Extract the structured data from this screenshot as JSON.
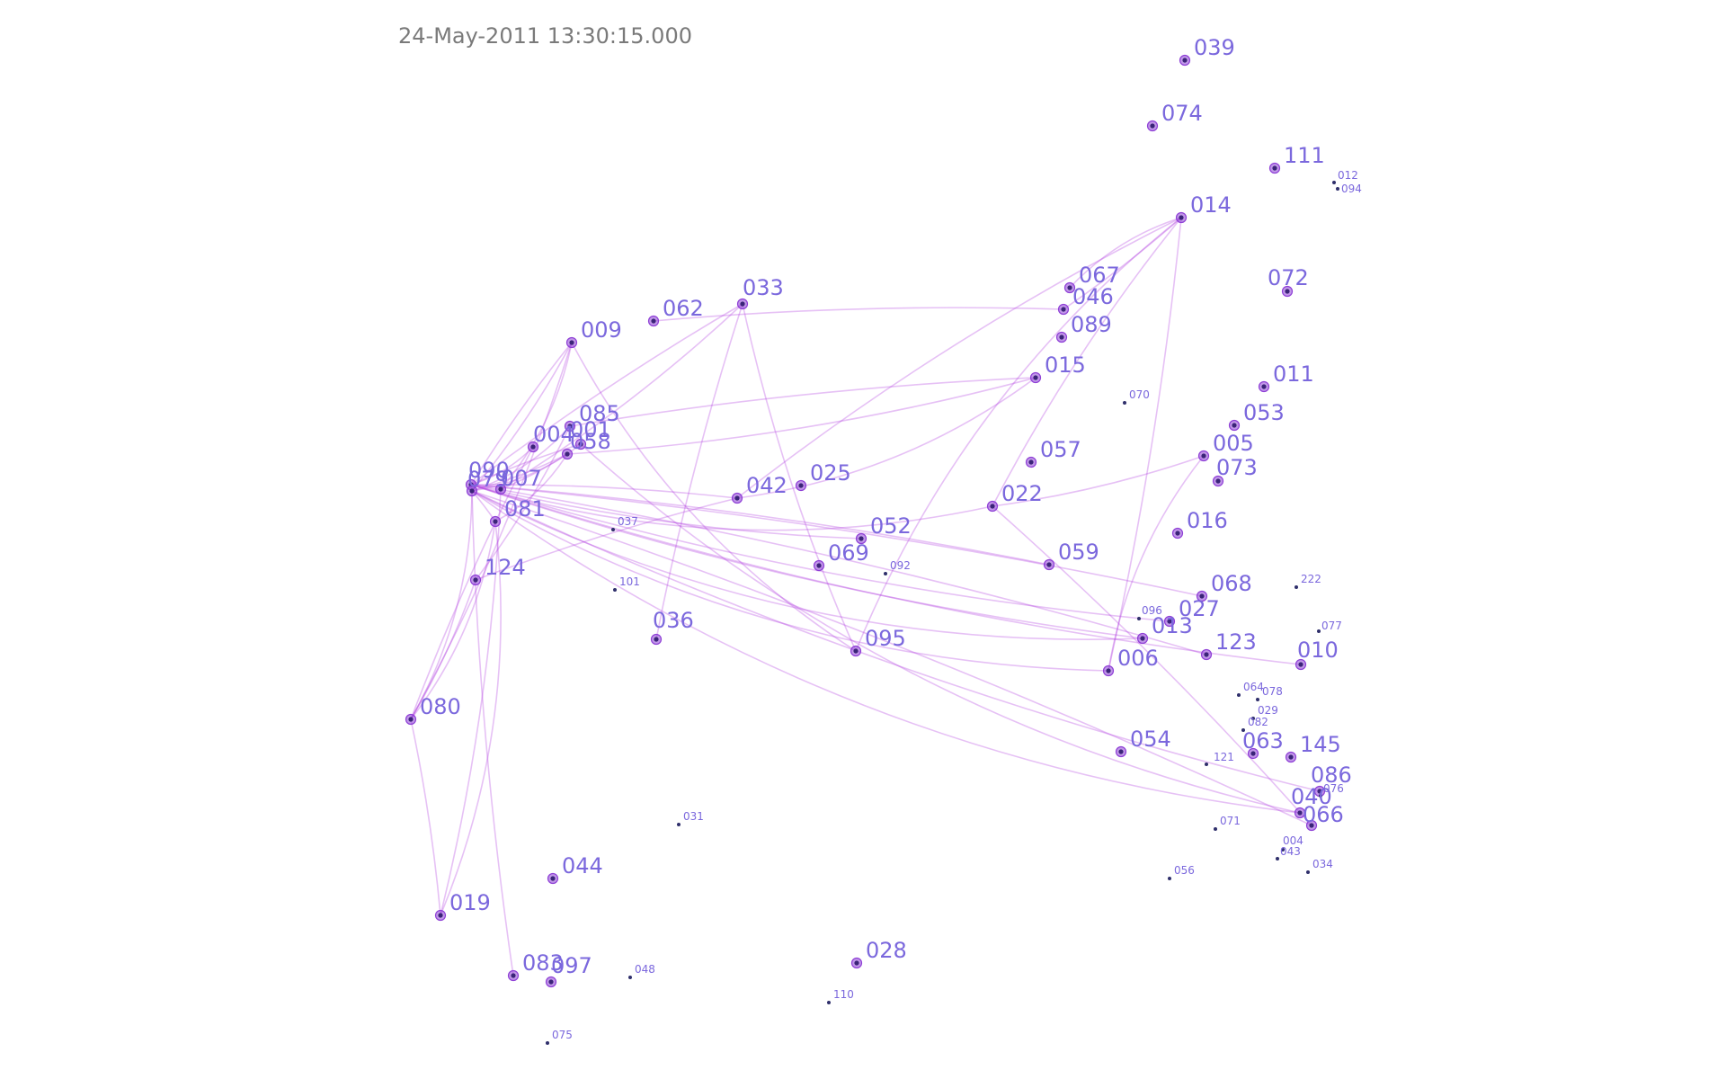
{
  "timestamp": "24-May-2011 13:30:15.000",
  "colors": {
    "background": "#ffffff",
    "label": "#7b68dd",
    "edge": "#b23fe0",
    "node_ring": "#8e3fd6",
    "node_core": "#3a2478",
    "small_node": "#2f2f6b",
    "timestamp": "#7a7a7a"
  },
  "nodes": [
    {
      "id": "039",
      "size": "big"
    },
    {
      "id": "074",
      "size": "big"
    },
    {
      "id": "111",
      "size": "big"
    },
    {
      "id": "012",
      "size": "small"
    },
    {
      "id": "094",
      "size": "small"
    },
    {
      "id": "014",
      "size": "big"
    },
    {
      "id": "067",
      "size": "big"
    },
    {
      "id": "072",
      "size": "big"
    },
    {
      "id": "046",
      "size": "big"
    },
    {
      "id": "033",
      "size": "big"
    },
    {
      "id": "062",
      "size": "big"
    },
    {
      "id": "089",
      "size": "big"
    },
    {
      "id": "009",
      "size": "big"
    },
    {
      "id": "015",
      "size": "big"
    },
    {
      "id": "011",
      "size": "big"
    },
    {
      "id": "070",
      "size": "small"
    },
    {
      "id": "085",
      "size": "big"
    },
    {
      "id": "053",
      "size": "big"
    },
    {
      "id": "001",
      "size": "big"
    },
    {
      "id": "004",
      "size": "big"
    },
    {
      "id": "058",
      "size": "big"
    },
    {
      "id": "057",
      "size": "big"
    },
    {
      "id": "005",
      "size": "big"
    },
    {
      "id": "090",
      "size": "big"
    },
    {
      "id": "079",
      "size": "big"
    },
    {
      "id": "007",
      "size": "big"
    },
    {
      "id": "073",
      "size": "big"
    },
    {
      "id": "025",
      "size": "big"
    },
    {
      "id": "042",
      "size": "big"
    },
    {
      "id": "022",
      "size": "big"
    },
    {
      "id": "081",
      "size": "big"
    },
    {
      "id": "037",
      "size": "small"
    },
    {
      "id": "016",
      "size": "big"
    },
    {
      "id": "052",
      "size": "big"
    },
    {
      "id": "059",
      "size": "big"
    },
    {
      "id": "069",
      "size": "big"
    },
    {
      "id": "092",
      "size": "small"
    },
    {
      "id": "124",
      "size": "big"
    },
    {
      "id": "068",
      "size": "big"
    },
    {
      "id": "101",
      "size": "small"
    },
    {
      "id": "222",
      "size": "small"
    },
    {
      "id": "027",
      "size": "big"
    },
    {
      "id": "096",
      "size": "small"
    },
    {
      "id": "013",
      "size": "big"
    },
    {
      "id": "036",
      "size": "big"
    },
    {
      "id": "077",
      "size": "small"
    },
    {
      "id": "095",
      "size": "big"
    },
    {
      "id": "123",
      "size": "big"
    },
    {
      "id": "010",
      "size": "big"
    },
    {
      "id": "006",
      "size": "big"
    },
    {
      "id": "080",
      "size": "big"
    },
    {
      "id": "064",
      "size": "small"
    },
    {
      "id": "078",
      "size": "small"
    },
    {
      "id": "029",
      "size": "small"
    },
    {
      "id": "082",
      "size": "small"
    },
    {
      "id": "054",
      "size": "big"
    },
    {
      "id": "063",
      "size": "big"
    },
    {
      "id": "145",
      "size": "big"
    },
    {
      "id": "121",
      "size": "small"
    },
    {
      "id": "086",
      "size": "big"
    },
    {
      "id": "040",
      "size": "big"
    },
    {
      "id": "076",
      "size": "small"
    },
    {
      "id": "066",
      "size": "big"
    },
    {
      "id": "031",
      "size": "small"
    },
    {
      "id": "071",
      "size": "small"
    },
    {
      "id": "004",
      "size": "small"
    },
    {
      "id": "043",
      "size": "small"
    },
    {
      "id": "034",
      "size": "small"
    },
    {
      "id": "044",
      "size": "big"
    },
    {
      "id": "056",
      "size": "small"
    },
    {
      "id": "019",
      "size": "big"
    },
    {
      "id": "028",
      "size": "big"
    },
    {
      "id": "083",
      "size": "big"
    },
    {
      "id": "097",
      "size": "big"
    },
    {
      "id": "048",
      "size": "small"
    },
    {
      "id": "110",
      "size": "small"
    },
    {
      "id": "075",
      "size": "small"
    }
  ],
  "edges": [
    {
      "from": "090",
      "to": "009"
    },
    {
      "from": "079",
      "to": "009"
    },
    {
      "from": "007",
      "to": "009"
    },
    {
      "from": "090",
      "to": "033"
    },
    {
      "from": "007",
      "to": "033"
    },
    {
      "from": "079",
      "to": "085"
    },
    {
      "from": "090",
      "to": "001"
    },
    {
      "from": "079",
      "to": "058"
    },
    {
      "from": "090",
      "to": "004"
    },
    {
      "from": "090",
      "to": "042"
    },
    {
      "from": "090",
      "to": "052"
    },
    {
      "from": "090",
      "to": "022"
    },
    {
      "from": "090",
      "to": "068"
    },
    {
      "from": "090",
      "to": "013"
    },
    {
      "from": "079",
      "to": "013"
    },
    {
      "from": "090",
      "to": "123"
    },
    {
      "from": "090",
      "to": "010"
    },
    {
      "from": "079",
      "to": "006"
    },
    {
      "from": "090",
      "to": "059"
    },
    {
      "from": "090",
      "to": "027"
    },
    {
      "from": "079",
      "to": "040"
    },
    {
      "from": "079",
      "to": "066"
    },
    {
      "from": "079",
      "to": "086"
    },
    {
      "from": "001",
      "to": "040"
    },
    {
      "from": "085",
      "to": "015"
    },
    {
      "from": "058",
      "to": "015"
    },
    {
      "from": "042",
      "to": "015"
    },
    {
      "from": "062",
      "to": "046"
    },
    {
      "from": "014",
      "to": "042"
    },
    {
      "from": "014",
      "to": "095"
    },
    {
      "from": "014",
      "to": "006"
    },
    {
      "from": "014",
      "to": "022"
    },
    {
      "from": "014",
      "to": "067"
    },
    {
      "from": "014",
      "to": "046"
    },
    {
      "from": "033",
      "to": "095"
    },
    {
      "from": "009",
      "to": "095"
    },
    {
      "from": "036",
      "to": "033"
    },
    {
      "from": "022",
      "to": "005"
    },
    {
      "from": "005",
      "to": "006"
    },
    {
      "from": "022",
      "to": "066"
    },
    {
      "from": "080",
      "to": "009"
    },
    {
      "from": "080",
      "to": "079"
    },
    {
      "from": "080",
      "to": "004"
    },
    {
      "from": "080",
      "to": "124"
    },
    {
      "from": "080",
      "to": "081"
    },
    {
      "from": "080",
      "to": "019"
    },
    {
      "from": "019",
      "to": "007"
    },
    {
      "from": "019",
      "to": "081"
    },
    {
      "from": "083",
      "to": "079"
    },
    {
      "from": "124",
      "to": "085"
    },
    {
      "from": "081",
      "to": "058"
    },
    {
      "from": "124",
      "to": "042"
    },
    {
      "from": "007",
      "to": "058"
    },
    {
      "from": "079",
      "to": "001"
    },
    {
      "from": "079",
      "to": "081"
    }
  ]
}
